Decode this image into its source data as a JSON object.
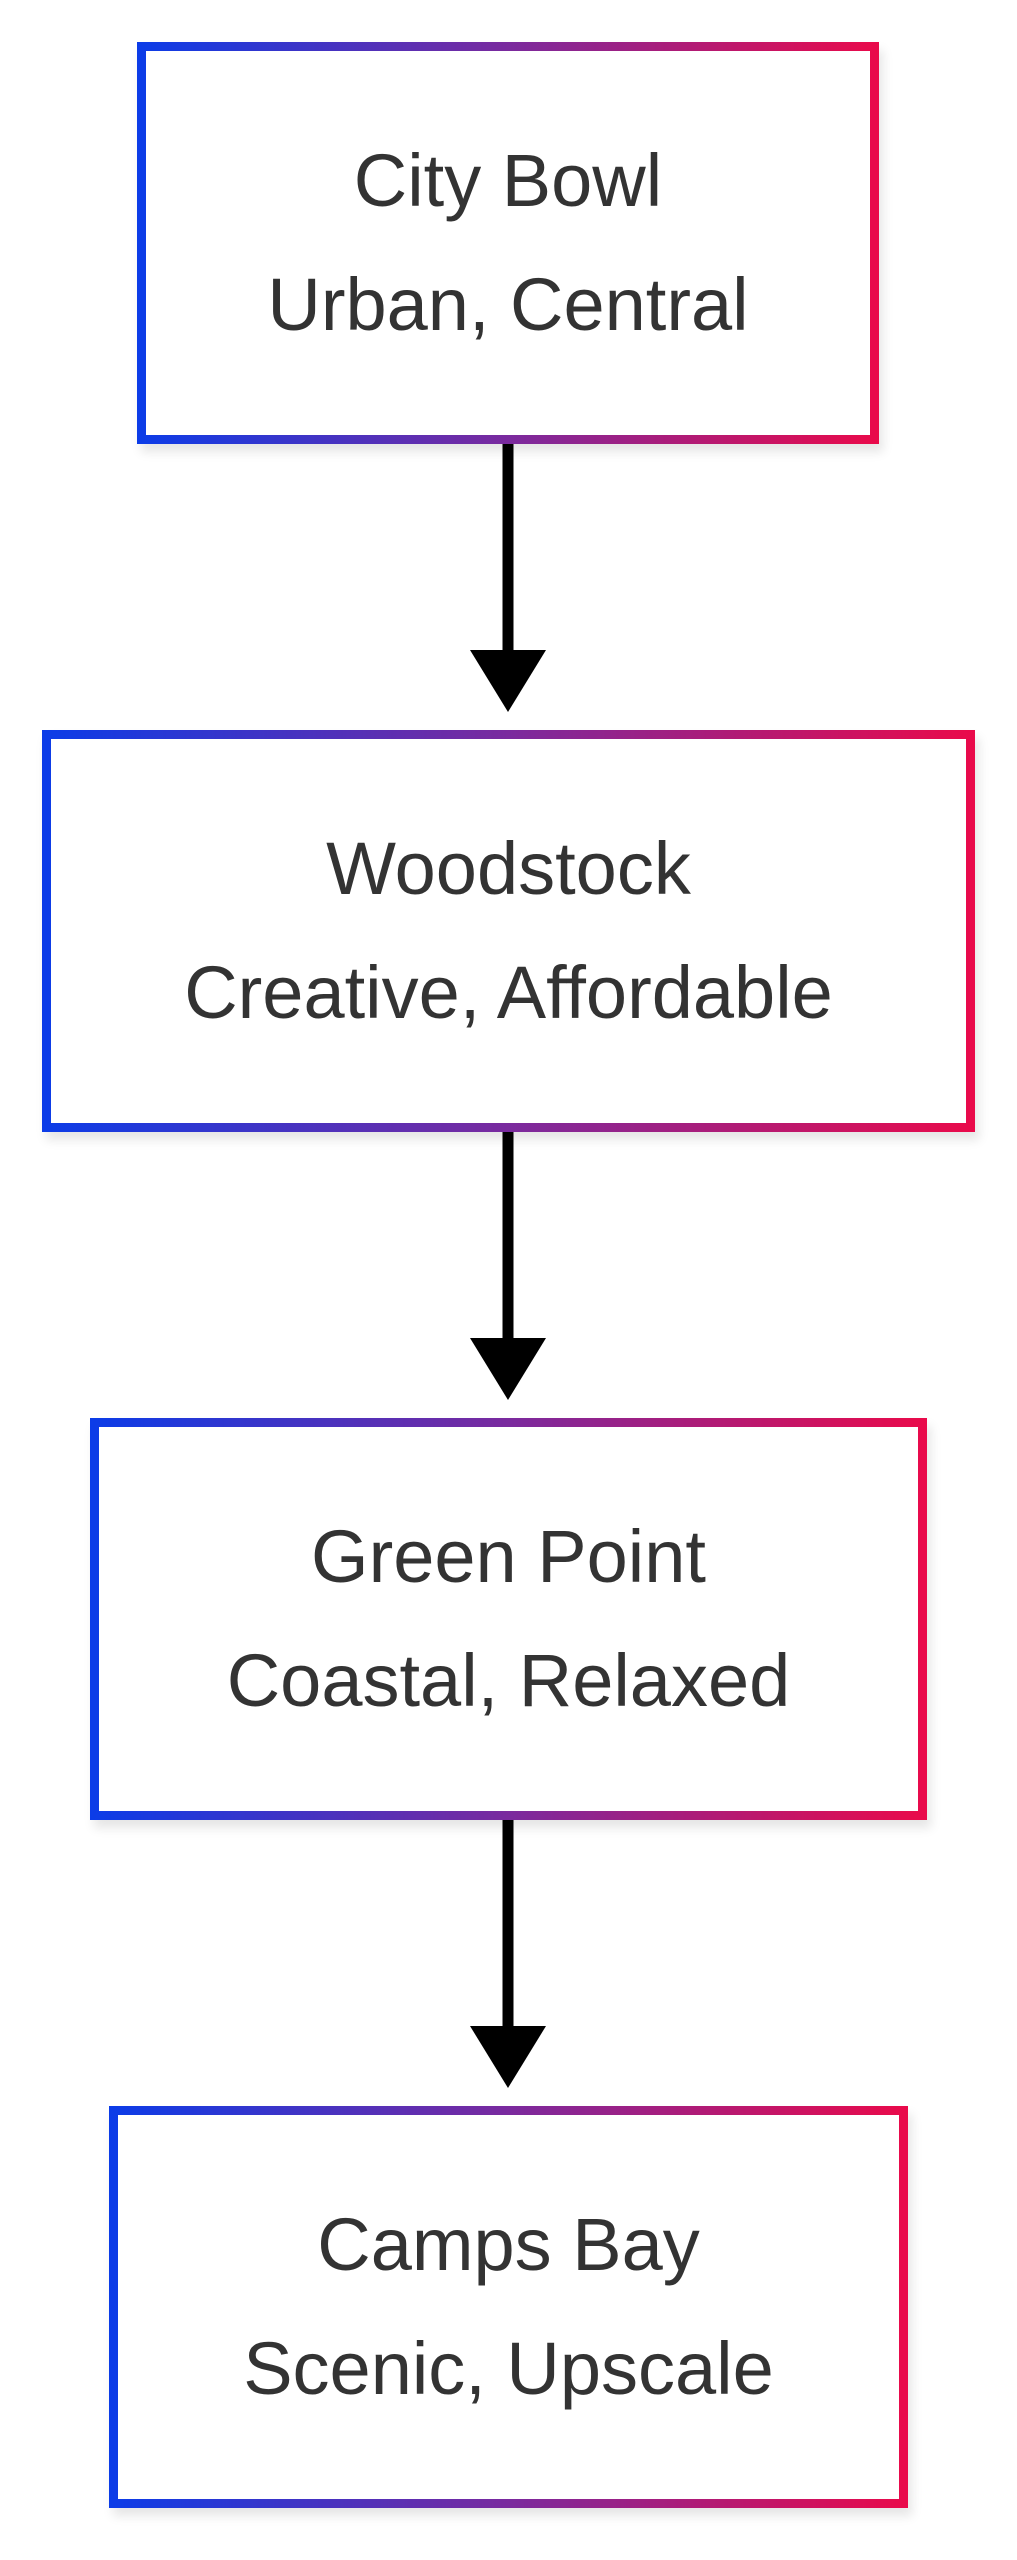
{
  "colors": {
    "gradient_start": "#0b3ce8",
    "gradient_mid": "#7a2a9e",
    "gradient_end": "#ea0a4a",
    "arrow": "#000000",
    "text": "#333333"
  },
  "nodes": [
    {
      "title": "City Bowl",
      "subtitle": "Urban, Central"
    },
    {
      "title": "Woodstock",
      "subtitle": "Creative, Affordable"
    },
    {
      "title": "Green Point",
      "subtitle": "Coastal, Relaxed"
    },
    {
      "title": "Camps Bay",
      "subtitle": "Scenic, Upscale"
    }
  ],
  "edges": [
    {
      "from": "City Bowl",
      "to": "Woodstock"
    },
    {
      "from": "Woodstock",
      "to": "Green Point"
    },
    {
      "from": "Green Point",
      "to": "Camps Bay"
    }
  ]
}
